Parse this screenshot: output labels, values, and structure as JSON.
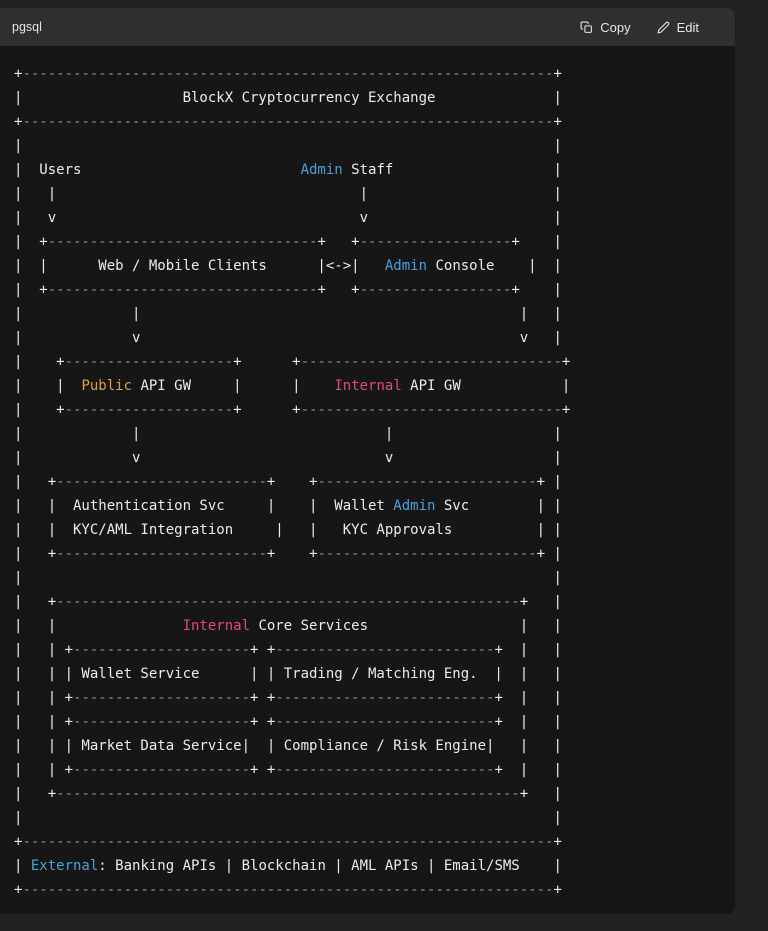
{
  "code_block": {
    "language_label": "pgsql",
    "toolbar": {
      "copy_label": "Copy",
      "edit_label": "Edit",
      "copy_icon": "copy-icon",
      "edit_icon": "pencil-icon"
    }
  },
  "colors": {
    "page_background": "#212121",
    "header_background": "#2f2f2f",
    "block_background": "#161616",
    "text_default": "#ececec",
    "ascii_dim": "#8f8f8f",
    "keyword_blue": "#4ba0d9",
    "keyword_orange": "#e0a13f",
    "keyword_pink": "#e2487f"
  },
  "diagram": {
    "styles": {
      "w": "default",
      "d": "dim-dash",
      "b": "blue",
      "o": "orange",
      "k": "pink"
    },
    "lines": [
      [
        [
          "+",
          "w"
        ],
        [
          "---------------------------------------------------------------",
          "d"
        ],
        [
          "+",
          "w"
        ]
      ],
      [
        [
          "|                   BlockX Cryptocurrency Exchange              |",
          "w"
        ]
      ],
      [
        [
          "+",
          "w"
        ],
        [
          "---------------------------------------------------------------",
          "d"
        ],
        [
          "+",
          "w"
        ]
      ],
      [
        [
          "|                                                               |",
          "w"
        ]
      ],
      [
        [
          "|  Users                          ",
          "w"
        ],
        [
          "Admin",
          "b"
        ],
        [
          " Staff                   |",
          "w"
        ]
      ],
      [
        [
          "|   |                                    |                      |",
          "w"
        ]
      ],
      [
        [
          "|   v                                    v                      |",
          "w"
        ]
      ],
      [
        [
          "|  +",
          "w"
        ],
        [
          "--------------------------------",
          "d"
        ],
        [
          "+   +",
          "w"
        ],
        [
          "------------------",
          "d"
        ],
        [
          "+    |",
          "w"
        ]
      ],
      [
        [
          "|  |      Web / Mobile Clients      |<->|   ",
          "w"
        ],
        [
          "Admin",
          "b"
        ],
        [
          " Console    |  |",
          "w"
        ]
      ],
      [
        [
          "|  +",
          "w"
        ],
        [
          "--------------------------------",
          "d"
        ],
        [
          "+   +",
          "w"
        ],
        [
          "------------------",
          "d"
        ],
        [
          "+    |",
          "w"
        ]
      ],
      [
        [
          "|             |                                             |   |",
          "w"
        ]
      ],
      [
        [
          "|             v                                             v   |",
          "w"
        ]
      ],
      [
        [
          "|    +",
          "w"
        ],
        [
          "--------------------",
          "d"
        ],
        [
          "+      +",
          "w"
        ],
        [
          "-------------------------------",
          "d"
        ],
        [
          "+",
          "w"
        ]
      ],
      [
        [
          "|    |  ",
          "w"
        ],
        [
          "Public",
          "o"
        ],
        [
          " API GW     |      |    ",
          "w"
        ],
        [
          "Internal",
          "k"
        ],
        [
          " API GW            |",
          "w"
        ]
      ],
      [
        [
          "|    +",
          "w"
        ],
        [
          "--------------------",
          "d"
        ],
        [
          "+      +",
          "w"
        ],
        [
          "-------------------------------",
          "d"
        ],
        [
          "+",
          "w"
        ]
      ],
      [
        [
          "|             |                             |                   |",
          "w"
        ]
      ],
      [
        [
          "|             v                             v                   |",
          "w"
        ]
      ],
      [
        [
          "|   +",
          "w"
        ],
        [
          "-------------------------",
          "d"
        ],
        [
          "+    +",
          "w"
        ],
        [
          "--------------------------",
          "d"
        ],
        [
          "+ |",
          "w"
        ]
      ],
      [
        [
          "|   |  Authentication Svc     |    |  Wallet ",
          "w"
        ],
        [
          "Admin",
          "b"
        ],
        [
          " Svc        | |",
          "w"
        ]
      ],
      [
        [
          "|   |  KYC/AML Integration     |   |   KYC Approvals          | |",
          "w"
        ]
      ],
      [
        [
          "|   +",
          "w"
        ],
        [
          "-------------------------",
          "d"
        ],
        [
          "+    +",
          "w"
        ],
        [
          "--------------------------",
          "d"
        ],
        [
          "+ |",
          "w"
        ]
      ],
      [
        [
          "|                                                               |",
          "w"
        ]
      ],
      [
        [
          "|   +",
          "w"
        ],
        [
          "-------------------------------------------------------",
          "d"
        ],
        [
          "+   |",
          "w"
        ]
      ],
      [
        [
          "|   |               ",
          "w"
        ],
        [
          "Internal",
          "k"
        ],
        [
          " Core Services                  |   |",
          "w"
        ]
      ],
      [
        [
          "|   | +",
          "w"
        ],
        [
          "---------------------",
          "d"
        ],
        [
          "+ +",
          "w"
        ],
        [
          "--------------------------",
          "d"
        ],
        [
          "+  |   |",
          "w"
        ]
      ],
      [
        [
          "|   | | Wallet Service      | | Trading / Matching Eng.  |  |   |",
          "w"
        ]
      ],
      [
        [
          "|   | +",
          "w"
        ],
        [
          "---------------------",
          "d"
        ],
        [
          "+ +",
          "w"
        ],
        [
          "--------------------------",
          "d"
        ],
        [
          "+  |   |",
          "w"
        ]
      ],
      [
        [
          "|   | +",
          "w"
        ],
        [
          "---------------------",
          "d"
        ],
        [
          "+ +",
          "w"
        ],
        [
          "--------------------------",
          "d"
        ],
        [
          "+  |   |",
          "w"
        ]
      ],
      [
        [
          "|   | | Market Data Service|  | Compliance / Risk Engine|   |   |",
          "w"
        ]
      ],
      [
        [
          "|   | +",
          "w"
        ],
        [
          "---------------------",
          "d"
        ],
        [
          "+ +",
          "w"
        ],
        [
          "--------------------------",
          "d"
        ],
        [
          "+  |   |",
          "w"
        ]
      ],
      [
        [
          "|   +",
          "w"
        ],
        [
          "-------------------------------------------------------",
          "d"
        ],
        [
          "+   |",
          "w"
        ]
      ],
      [
        [
          "|                                                               |",
          "w"
        ]
      ],
      [
        [
          "+",
          "w"
        ],
        [
          "---------------------------------------------------------------",
          "d"
        ],
        [
          "+",
          "w"
        ]
      ],
      [
        [
          "| ",
          "w"
        ],
        [
          "External",
          "b"
        ],
        [
          ": Banking APIs | Blockchain | AML APIs | Email/SMS    |",
          "w"
        ]
      ],
      [
        [
          "+",
          "w"
        ],
        [
          "---------------------------------------------------------------",
          "d"
        ],
        [
          "+",
          "w"
        ]
      ]
    ]
  }
}
